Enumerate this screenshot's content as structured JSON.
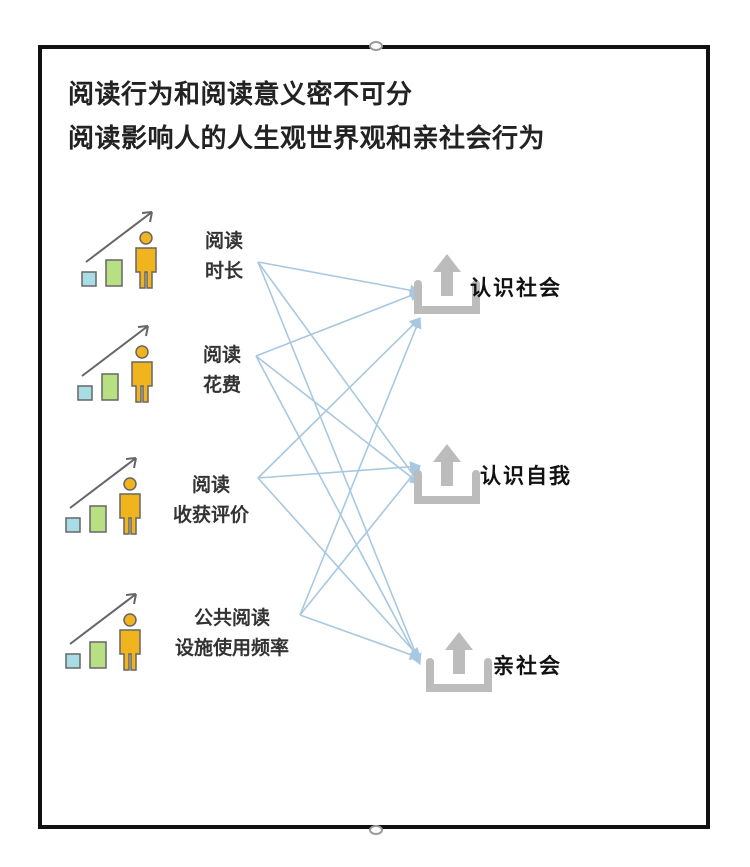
{
  "title": {
    "line1": "阅读行为和阅读意义密不可分",
    "line2": "阅读影响人的人生观世界观和亲社会行为"
  },
  "inputs": [
    {
      "line1": "阅读",
      "line2": "时长"
    },
    {
      "line1": "阅读",
      "line2": "花费"
    },
    {
      "line1": "阅读",
      "line2": "收获评价"
    },
    {
      "line1": "公共阅读",
      "line2": "设施使用频率"
    }
  ],
  "outputs": [
    "认识社会",
    "认识自我",
    "亲社会"
  ],
  "colors": {
    "arrow": "#a7c8e0",
    "bar_small": "#a8dde6",
    "bar_mid": "#b8df82",
    "bar_large": "#f0b41f",
    "person": "#f0b41f",
    "upload_icon": "#bcbcbc",
    "frame": "#111111"
  },
  "icons": {
    "input": "growth-chart-person-icon",
    "output": "upload-arrow-icon"
  }
}
